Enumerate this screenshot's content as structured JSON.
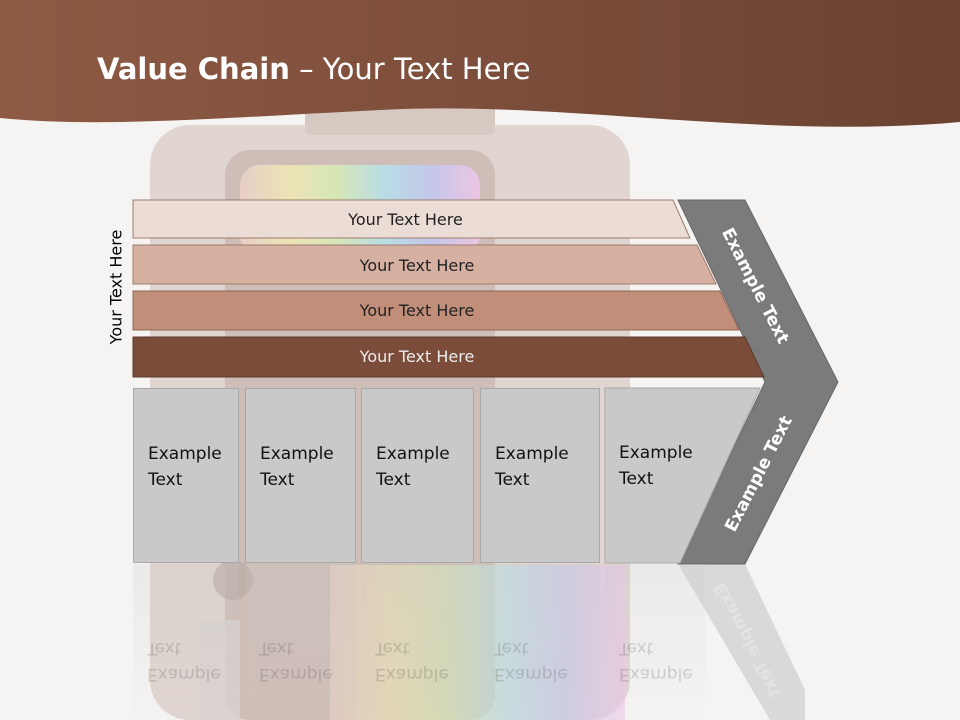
{
  "title": {
    "bold": "Value Chain",
    "rest": " – Your Text Here"
  },
  "side_label": "Your Text Here",
  "layers": [
    {
      "label": "Your Text Here",
      "color": "#ebdcd5"
    },
    {
      "label": "Your Text Here",
      "color": "#d6b1a1"
    },
    {
      "label": "Your Text Here",
      "color": "#c18f79"
    },
    {
      "label": "Your Text Here",
      "color": "#7a4c39"
    }
  ],
  "boxes": [
    {
      "line1": "Example",
      "line2": "Text"
    },
    {
      "line1": "Example",
      "line2": "Text"
    },
    {
      "line1": "Example",
      "line2": "Text"
    },
    {
      "line1": "Example",
      "line2": "Text"
    },
    {
      "line1": "Example",
      "line2": "Text"
    }
  ],
  "chevron": {
    "upper_label": "Example Text",
    "lower_label": "Example Text",
    "color": "#7b7b7b"
  },
  "colors": {
    "header": "#7a4a3a",
    "background": "#f6f4f2"
  }
}
